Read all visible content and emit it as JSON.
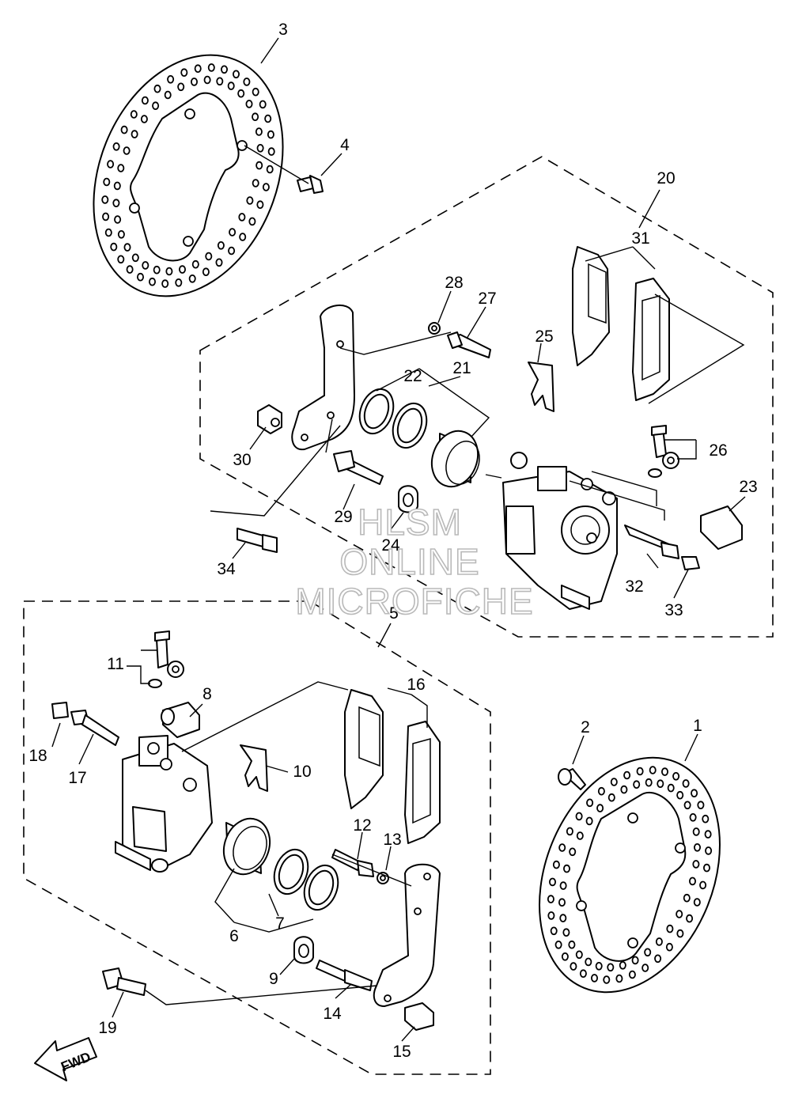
{
  "callouts": [
    {
      "label": "1"
    },
    {
      "label": "2"
    },
    {
      "label": "3"
    },
    {
      "label": "4"
    },
    {
      "label": "5"
    },
    {
      "label": "6"
    },
    {
      "label": "7"
    },
    {
      "label": "8"
    },
    {
      "label": "9"
    },
    {
      "label": "10"
    },
    {
      "label": "11"
    },
    {
      "label": "12"
    },
    {
      "label": "13"
    },
    {
      "label": "14"
    },
    {
      "label": "15"
    },
    {
      "label": "16"
    },
    {
      "label": "17"
    },
    {
      "label": "18"
    },
    {
      "label": "19"
    },
    {
      "label": "20"
    },
    {
      "label": "21"
    },
    {
      "label": "22"
    },
    {
      "label": "23"
    },
    {
      "label": "24"
    },
    {
      "label": "25"
    },
    {
      "label": "26"
    },
    {
      "label": "27"
    },
    {
      "label": "28"
    },
    {
      "label": "29"
    },
    {
      "label": "30"
    },
    {
      "label": "31"
    },
    {
      "label": "32"
    },
    {
      "label": "33"
    },
    {
      "label": "34"
    }
  ],
  "watermark": {
    "line1": "HLSM",
    "line2": "ONLINE",
    "line3": "MICROFICHE"
  },
  "direction_arrow": {
    "label": "FWD"
  }
}
